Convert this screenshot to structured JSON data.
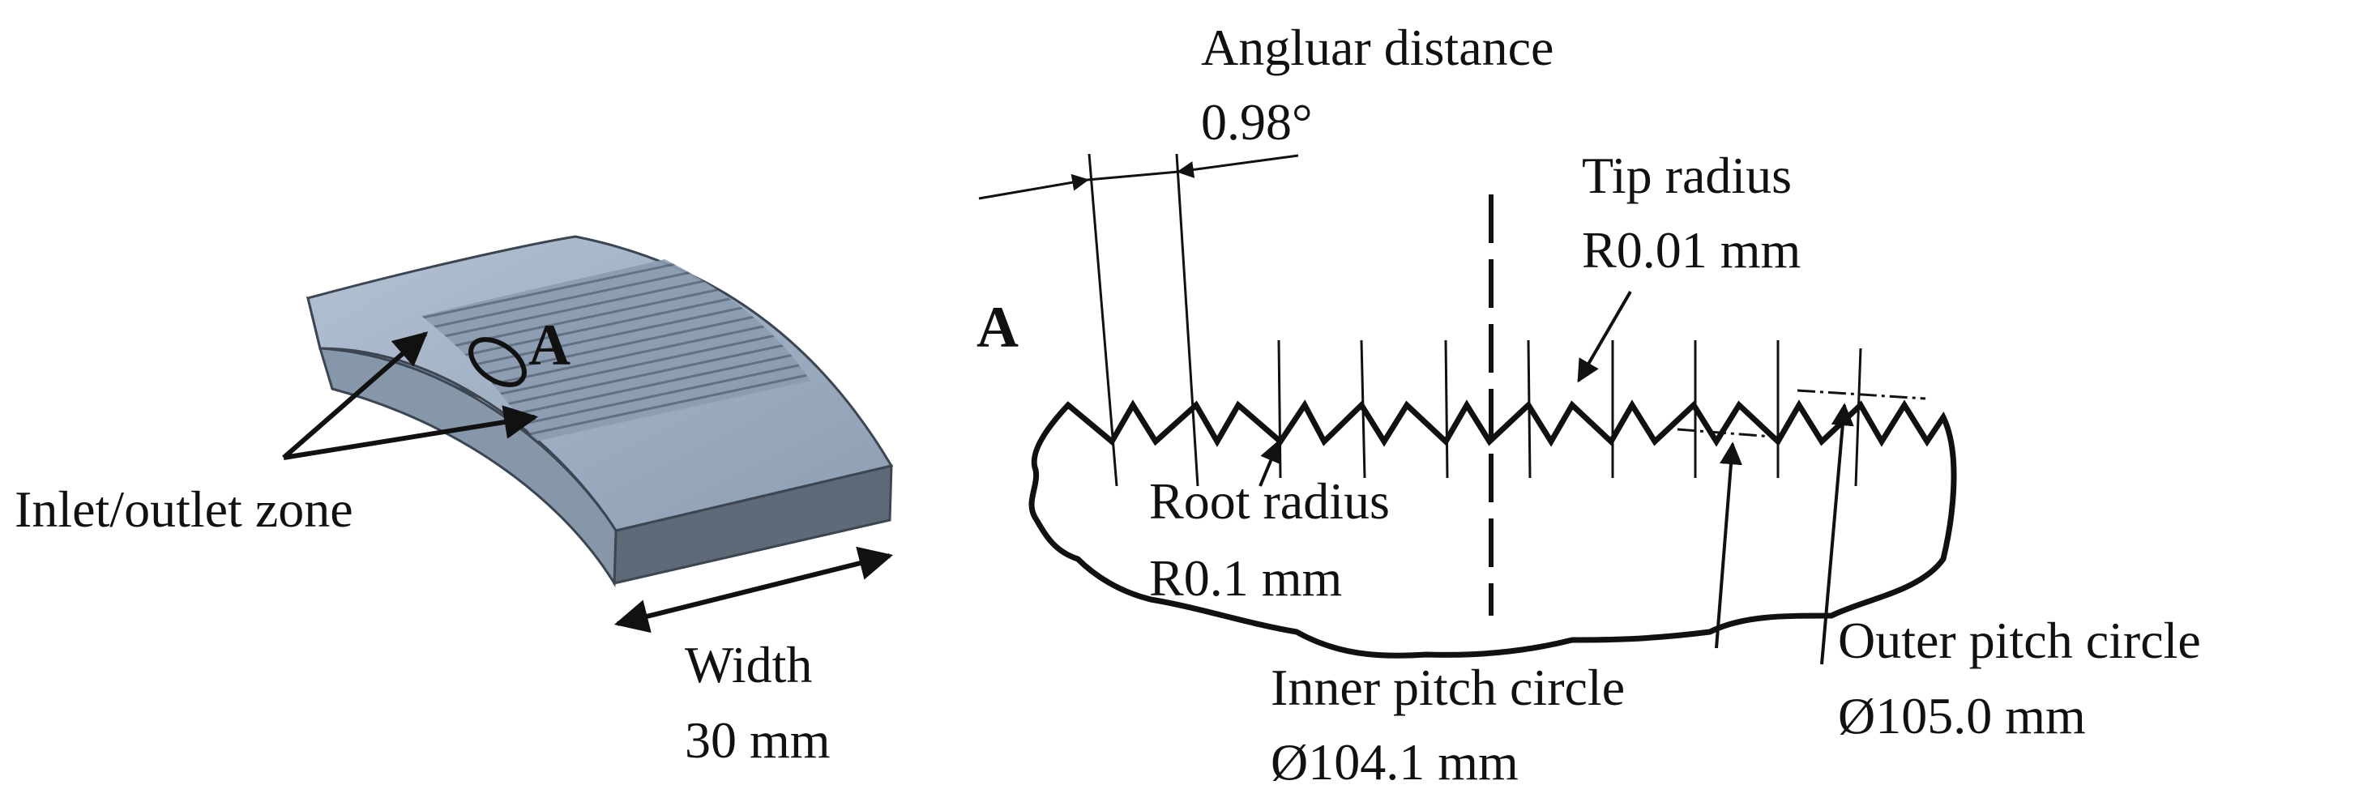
{
  "part_view": {
    "detail_marker": "A",
    "zone_label": "Inlet/outlet zone",
    "width_label": "Width",
    "width_value": "30 mm"
  },
  "detail_view": {
    "title": "A",
    "angular_distance_label": "Angluar distance",
    "angular_distance_value": "0.98°",
    "tip_radius_label": "Tip radius",
    "tip_radius_value": "R0.01 mm",
    "root_radius_label": "Root radius",
    "root_radius_value": "R0.1 mm",
    "inner_pitch_label": "Inner pitch circle",
    "inner_pitch_value": "Ø104.1 mm",
    "outer_pitch_label": "Outer pitch circle",
    "outer_pitch_value": "Ø105.0 mm"
  },
  "colors": {
    "part_top": "#9fb0c4",
    "part_front": "#5f6b78",
    "part_side": "#7f8fa2",
    "ink": "#111111"
  }
}
